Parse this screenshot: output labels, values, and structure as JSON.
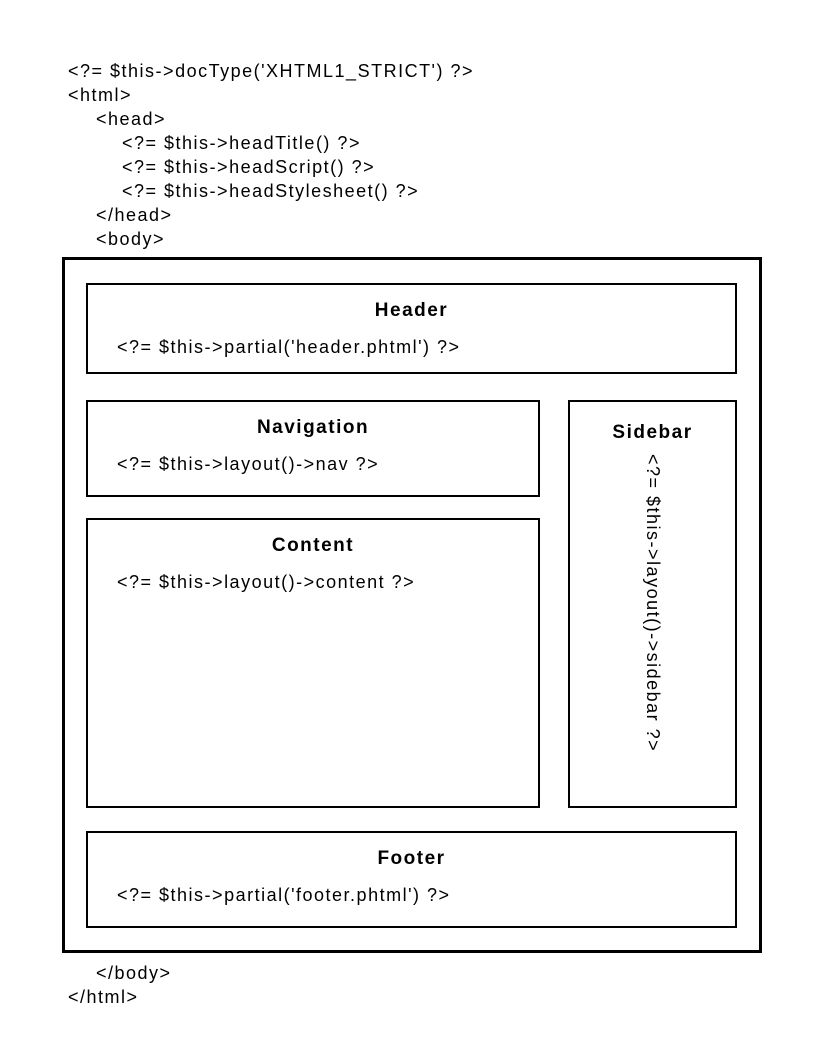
{
  "colors": {
    "background": "#ffffff",
    "border": "#000000",
    "text": "#000000"
  },
  "template_code": {
    "top_lines": [
      {
        "text": "<?= $this->docType('XHTML1_STRICT') ?>",
        "indent": 0
      },
      {
        "text": "<html>",
        "indent": 0
      },
      {
        "text": "<head>",
        "indent": 1
      },
      {
        "text": "<?= $this->headTitle() ?>",
        "indent": 2
      },
      {
        "text": "<?= $this->headScript() ?>",
        "indent": 2
      },
      {
        "text": "<?= $this->headStylesheet() ?>",
        "indent": 2
      },
      {
        "text": "</head>",
        "indent": 1
      },
      {
        "text": "<body>",
        "indent": 1
      }
    ],
    "bottom_lines": [
      {
        "text": "</body>",
        "indent": 1
      },
      {
        "text": "</html>",
        "indent": 0
      }
    ]
  },
  "diagram": {
    "header": {
      "title": "Header",
      "code": "<?= $this->partial('header.phtml') ?>"
    },
    "navigation": {
      "title": "Navigation",
      "code": "<?= $this->layout()->nav ?>"
    },
    "content": {
      "title": "Content",
      "code": "<?= $this->layout()->content ?>"
    },
    "sidebar": {
      "title": "Sidebar",
      "code": "<?= $this->layout()->sidebar ?>"
    },
    "footer": {
      "title": "Footer",
      "code": "<?= $this->partial('footer.phtml') ?>"
    }
  }
}
